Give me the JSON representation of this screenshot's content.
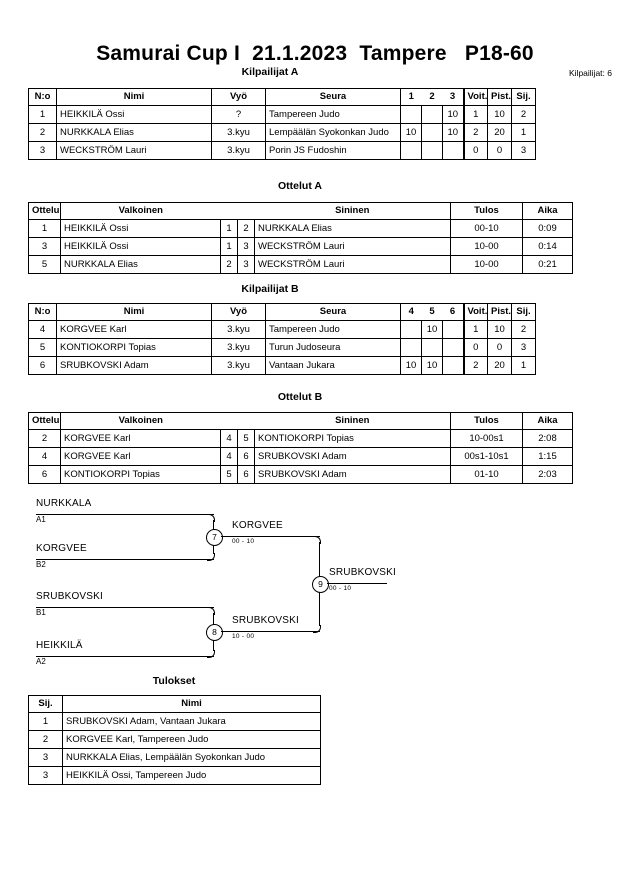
{
  "header": {
    "title": "Samurai Cup I  21.1.2023  Tampere   P18-60",
    "entrants": "Kilpailijat: 6"
  },
  "pool_a": {
    "caption": "Kilpailijat A",
    "columns": [
      "N:o",
      "Nimi",
      "Vyö",
      "Seura",
      "1",
      "2",
      "3",
      "Voit.",
      "Pist.",
      "Sij."
    ],
    "rows": [
      {
        "no": "1",
        "nimi": "HEIKKILÄ Ossi",
        "vyo": "?",
        "seura": "Tampereen Judo",
        "r1": "",
        "r2": "",
        "r3": "10",
        "voit": "1",
        "pist": "10",
        "sij": "2"
      },
      {
        "no": "2",
        "nimi": "NURKKALA Elias",
        "vyo": "3.kyu",
        "seura": "Lempäälän Syokonkan Judo",
        "r1": "10",
        "r2": "",
        "r3": "10",
        "voit": "2",
        "pist": "20",
        "sij": "1"
      },
      {
        "no": "3",
        "nimi": "WECKSTRÖM Lauri",
        "vyo": "3.kyu",
        "seura": "Porin JS Fudoshin",
        "r1": "",
        "r2": "",
        "r3": "",
        "voit": "0",
        "pist": "0",
        "sij": "3"
      }
    ]
  },
  "matches_a": {
    "caption": "Ottelut A",
    "columns": [
      "Ottelu",
      "Valkoinen",
      "",
      "",
      "Sininen",
      "Tulos",
      "Aika"
    ],
    "rows": [
      {
        "ottelu": "1",
        "valkoinen": "HEIKKILÄ Ossi",
        "nw": "1",
        "nb": "2",
        "sininen": "NURKKALA Elias",
        "tulos": "00-10",
        "aika": "0:09"
      },
      {
        "ottelu": "3",
        "valkoinen": "HEIKKILÄ Ossi",
        "nw": "1",
        "nb": "3",
        "sininen": "WECKSTRÖM Lauri",
        "tulos": "10-00",
        "aika": "0:14"
      },
      {
        "ottelu": "5",
        "valkoinen": "NURKKALA Elias",
        "nw": "2",
        "nb": "3",
        "sininen": "WECKSTRÖM Lauri",
        "tulos": "10-00",
        "aika": "0:21"
      }
    ]
  },
  "pool_b": {
    "caption": "Kilpailijat B",
    "columns": [
      "N:o",
      "Nimi",
      "Vyö",
      "Seura",
      "4",
      "5",
      "6",
      "Voit.",
      "Pist.",
      "Sij."
    ],
    "rows": [
      {
        "no": "4",
        "nimi": "KORGVEE Karl",
        "vyo": "3.kyu",
        "seura": "Tampereen Judo",
        "r1": "",
        "r2": "10",
        "r3": "",
        "voit": "1",
        "pist": "10",
        "sij": "2"
      },
      {
        "no": "5",
        "nimi": "KONTIOKORPI Topias",
        "vyo": "3.kyu",
        "seura": "Turun Judoseura",
        "r1": "",
        "r2": "",
        "r3": "",
        "voit": "0",
        "pist": "0",
        "sij": "3"
      },
      {
        "no": "6",
        "nimi": "SRUBKOVSKI Adam",
        "vyo": "3.kyu",
        "seura": "Vantaan Jukara",
        "r1": "10",
        "r2": "10",
        "r3": "",
        "voit": "2",
        "pist": "20",
        "sij": "1"
      }
    ]
  },
  "matches_b": {
    "caption": "Ottelut B",
    "columns": [
      "Ottelu",
      "Valkoinen",
      "",
      "",
      "Sininen",
      "Tulos",
      "Aika"
    ],
    "rows": [
      {
        "ottelu": "2",
        "valkoinen": "KORGVEE Karl",
        "nw": "4",
        "nb": "5",
        "sininen": "KONTIOKORPI Topias",
        "tulos": "10-00s1",
        "aika": "2:08"
      },
      {
        "ottelu": "4",
        "valkoinen": "KORGVEE Karl",
        "nw": "4",
        "nb": "6",
        "sininen": "SRUBKOVSKI Adam",
        "tulos": "00s1-10s1",
        "aika": "1:15"
      },
      {
        "ottelu": "6",
        "valkoinen": "KONTIOKORPI Topias",
        "nw": "5",
        "nb": "6",
        "sininen": "SRUBKOVSKI Adam",
        "tulos": "01-10",
        "aika": "2:03"
      }
    ]
  },
  "bracket": {
    "entries": [
      {
        "name": "NURKKALA",
        "seed": "A1"
      },
      {
        "name": "KORGVEE",
        "seed": "B2"
      },
      {
        "name": "SRUBKOVSKI",
        "seed": "B1"
      },
      {
        "name": "HEIKKILÄ",
        "seed": "A2"
      }
    ],
    "nodes": [
      {
        "number": "7",
        "winner": "KORGVEE",
        "score": "00 - 10"
      },
      {
        "number": "8",
        "winner": "SRUBKOVSKI",
        "score": "10 - 00"
      },
      {
        "number": "9",
        "winner": "SRUBKOVSKI",
        "score": "00 - 10"
      }
    ]
  },
  "results": {
    "caption": "Tulokset",
    "columns": [
      "Sij.",
      "Nimi"
    ],
    "rows": [
      {
        "sij": "1",
        "nimi": "SRUBKOVSKI Adam, Vantaan Jukara"
      },
      {
        "sij": "2",
        "nimi": "KORGVEE Karl, Tampereen Judo"
      },
      {
        "sij": "3",
        "nimi": "NURKKALA Elias, Lempäälän Syokonkan Judo"
      },
      {
        "sij": "3",
        "nimi": "HEIKKILÄ Ossi, Tampereen Judo"
      }
    ]
  }
}
